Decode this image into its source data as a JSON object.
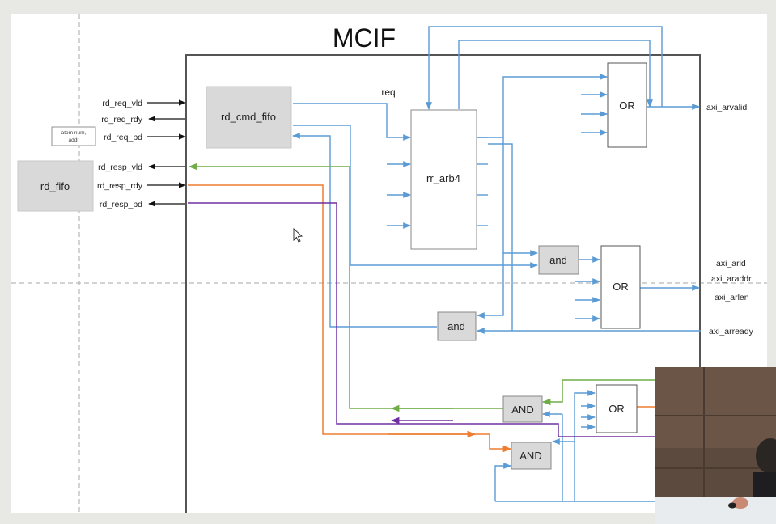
{
  "title": "MCIF",
  "blocks": {
    "rd_fifo": "rd_fifo",
    "rd_cmd_fifo": "rd_cmd_fifo",
    "rr_arb4": "rr_arb4",
    "or1": "OR",
    "or2": "OR",
    "or3": "OR",
    "and1": "and",
    "and2": "and",
    "and3": "AND",
    "and4": "AND"
  },
  "left_signals": {
    "rd_req_vld": "rd_req_vld",
    "rd_req_rdy": "rd_req_rdy",
    "rd_req_pd": "rd_req_pd",
    "rd_resp_vld": "rd_resp_vld",
    "rd_resp_rdy": "rd_resp_rdy",
    "rd_resp_pd": "rd_resp_pd"
  },
  "note_line1": "atom num,",
  "note_line2": "addr",
  "req_label": "req",
  "right_signals": {
    "axi_arvalid": "axi_arvalid",
    "axi_arid": "axi_arid",
    "axi_araddr": "axi_araddr",
    "axi_arlen": "axi_arlen",
    "axi_arready": "axi_arready"
  },
  "colors": {
    "blue": "#5b9bd5",
    "green": "#70ad47",
    "orange": "#ed7d31",
    "purple": "#7030a0",
    "gray_block": "#d9d9d9"
  },
  "icons": {
    "cursor": "mouse-pointer-icon"
  }
}
